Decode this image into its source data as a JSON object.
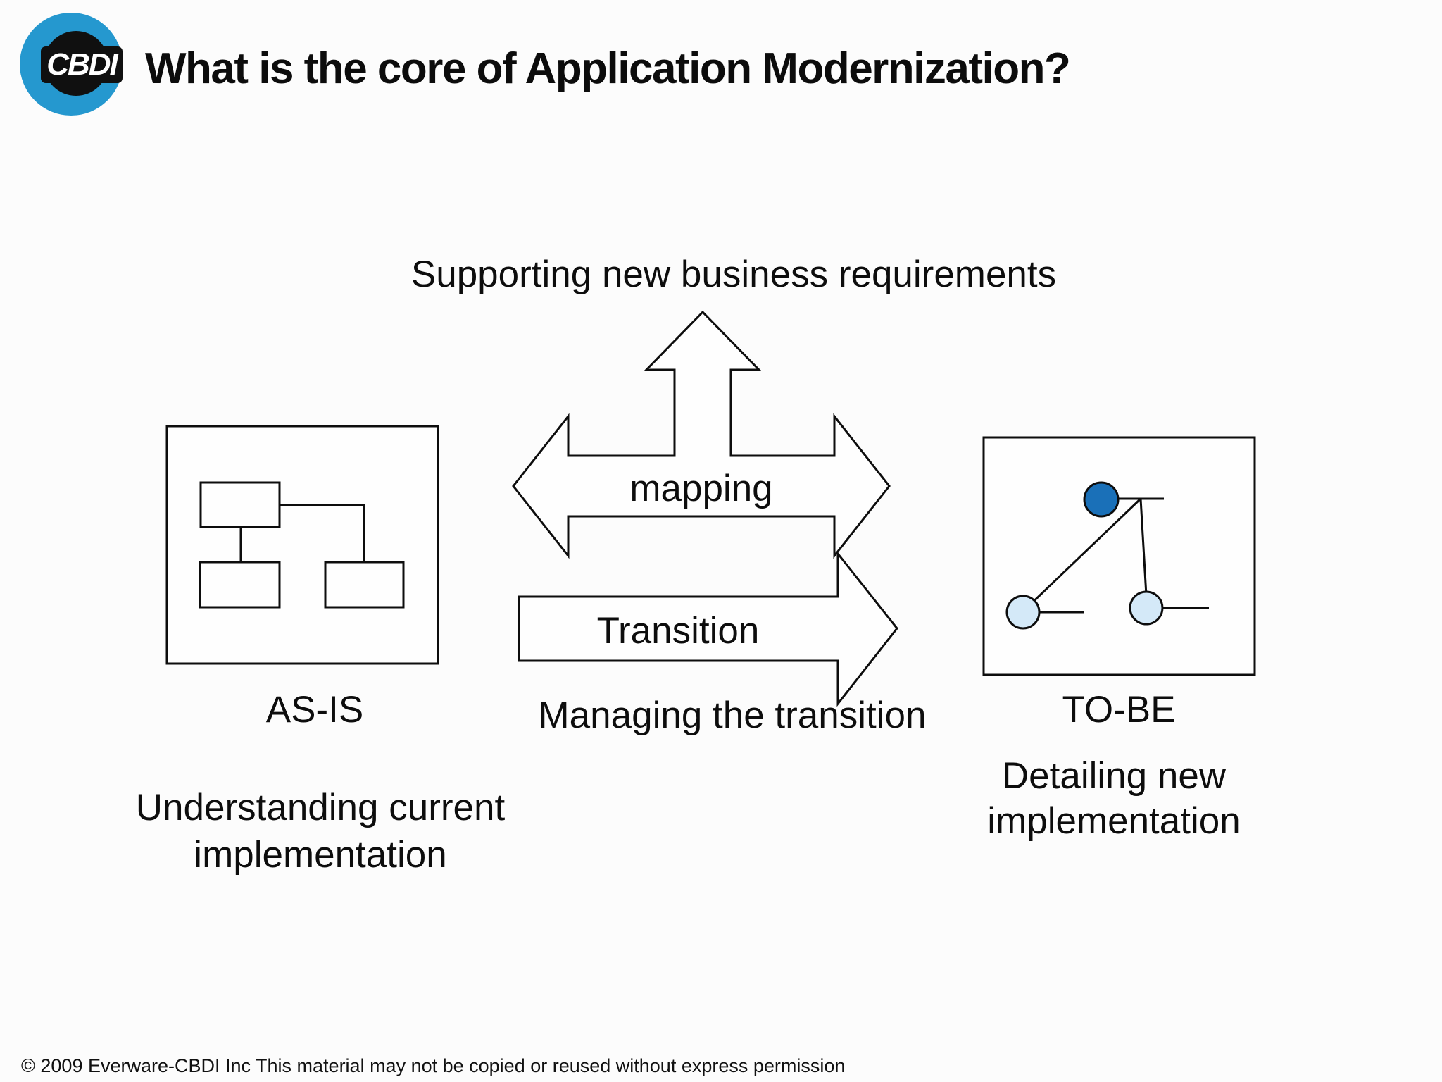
{
  "slide": {
    "title": "What is the core of Application Modernization?",
    "logo_text": "CBDI",
    "top_caption": "Supporting new business requirements",
    "footer": "© 2009 Everware-CBDI Inc This material may not be copied or reused without express permission"
  },
  "diagram": {
    "mapping_arrow_label": "mapping",
    "transition_arrow_label": "Transition",
    "transition_caption": "Managing the transition",
    "as_is": {
      "label": "AS-IS",
      "caption_line1": "Understanding current",
      "caption_line2": "implementation"
    },
    "to_be": {
      "label": "TO-BE",
      "caption_line1": "Detailing new",
      "caption_line2": "implementation"
    }
  },
  "colors": {
    "logo_blue": "#2598cf",
    "node_dark": "#1a70b8",
    "node_light": "#d4e9f8",
    "line": "#0d0d0d"
  }
}
